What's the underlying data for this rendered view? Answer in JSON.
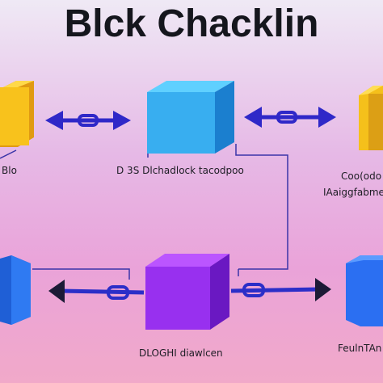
{
  "title": "Blck Chacklin",
  "labels": {
    "left_top": "Blo",
    "center_top": "D 3S Dlchadlock tacodpoo",
    "right_top_1": "Coo(odo",
    "right_top_2": "IAaiggfabme",
    "center_bottom": "DLOGHI diawlcen",
    "right_bottom": "FeulnTAn"
  },
  "colors": {
    "yellow_block": "#f6c21a",
    "cyan_block": "#3fb2ea",
    "blue_block": "#2c6ef0",
    "purple_block": "#9a2ef2",
    "connector_blue": "#2f28c8",
    "arrow_dark": "#1c1a36"
  }
}
